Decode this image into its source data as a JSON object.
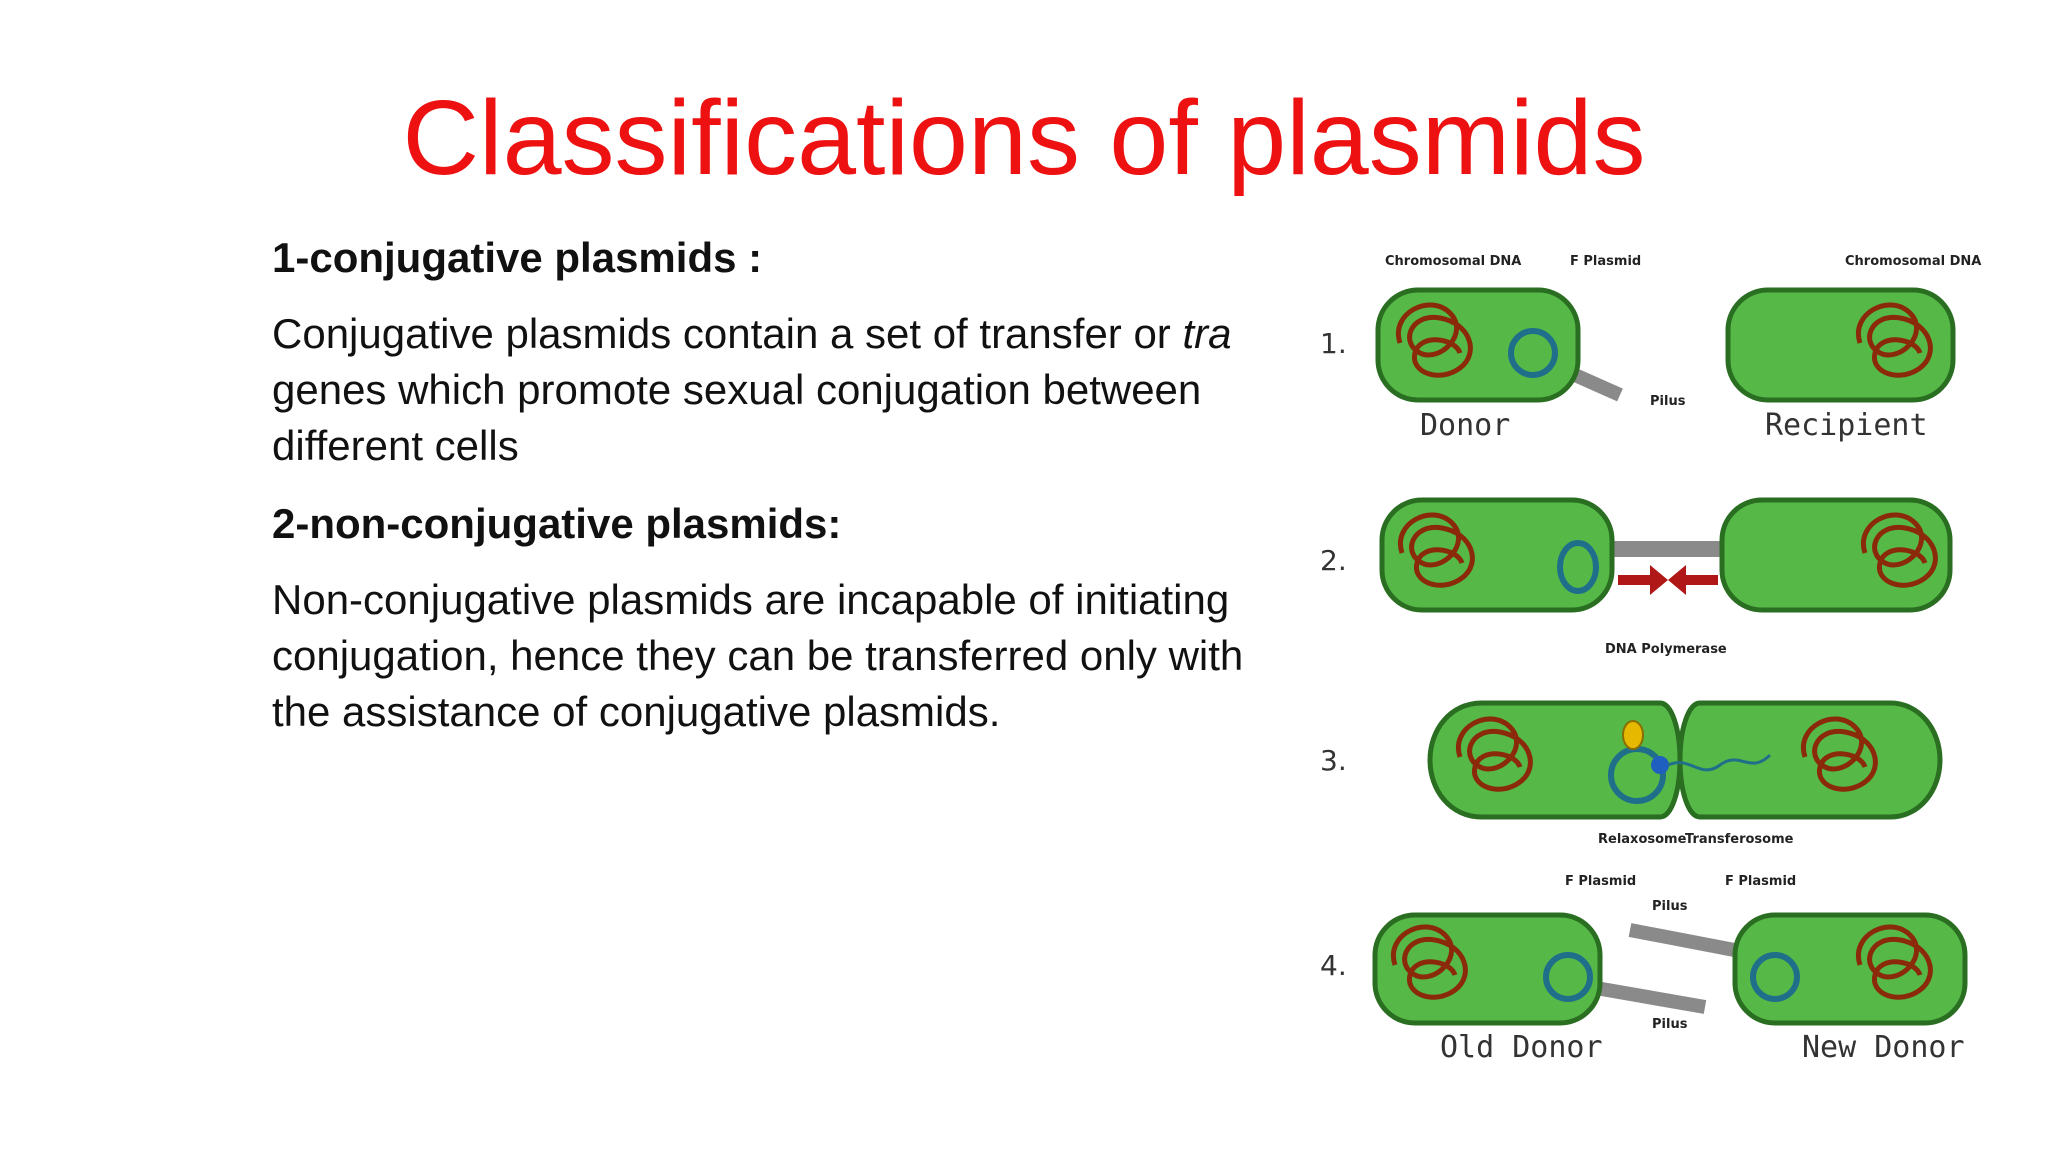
{
  "slide": {
    "title": "Classifications of plasmids",
    "sections": [
      {
        "heading": "1-conjugative plasmids :",
        "body_before": "Conjugative plasmids contain a set of transfer or ",
        "body_italic": "tra",
        "body_after": " genes which promote sexual conjugation between different cells"
      },
      {
        "heading": "2-non-conjugative plasmids:",
        "body": "Non-conjugative plasmids are incapable of initiating conjugation, hence they can be transferred only with the assistance of conjugative plasmids."
      }
    ]
  },
  "figure": {
    "steps": [
      "1.",
      "2.",
      "3.",
      "4."
    ],
    "labels": {
      "chromosomal_dna": "Chromosomal DNA",
      "f_plasmid": "F Plasmid",
      "pilus": "Pilus",
      "dna_polymerase": "DNA Polymerase",
      "relaxosome": "Relaxosome",
      "transferosome": "Transferosome",
      "donor": "Donor",
      "recipient": "Recipient",
      "old_donor": "Old Donor",
      "new_donor": "New Donor"
    },
    "colors": {
      "cell_fill": "#55b847",
      "cell_stroke": "#2a6e22",
      "chromosome": "#8b2a0a",
      "plasmid": "#1f6f8b",
      "pilus": "#8a8a8a",
      "arrow": "#b01818",
      "title": "#ee1111"
    }
  }
}
